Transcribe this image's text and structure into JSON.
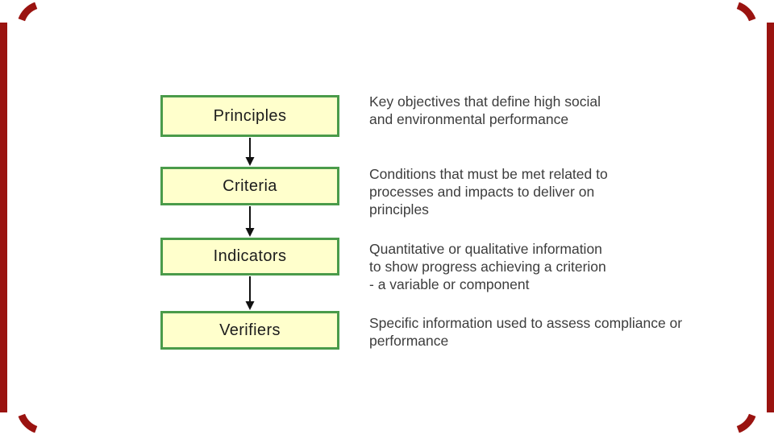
{
  "colors": {
    "page_bg": "#ffffff",
    "box_fill": "#ffffcc",
    "box_border": "#4a9b4a",
    "label_text": "#1c1c1c",
    "body_text": "#3d3d3d",
    "arrow": "#111111",
    "frame_red": "#9a1310"
  },
  "diagram": {
    "rows": [
      {
        "label": "Principles",
        "description": "Key objectives that define high social\nand environmental performance"
      },
      {
        "label": "Criteria",
        "description": "Conditions that must be met related to\nprocesses and impacts to deliver on\nprinciples"
      },
      {
        "label": "Indicators",
        "description": "Quantitative or qualitative information\nto show progress achieving a criterion\n- a variable or component"
      },
      {
        "label": "Verifiers",
        "description": "Specific information used to assess compliance or\nperformance"
      }
    ]
  }
}
